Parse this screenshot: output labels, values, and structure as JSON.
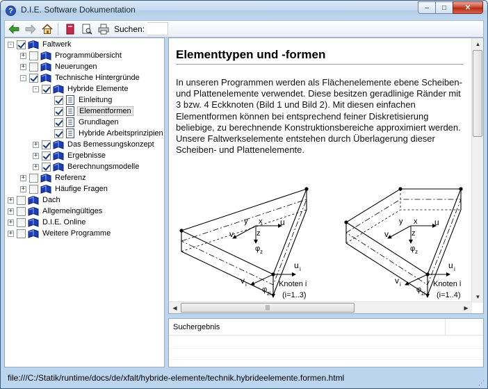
{
  "window": {
    "title": "D.I.E. Software Dokumentation",
    "app_icon_glyph": "?",
    "buttons": {
      "minimize": "‒",
      "maximize": "□",
      "close": "✕"
    }
  },
  "toolbar": {
    "items": [
      {
        "name": "back-arrow-icon"
      },
      {
        "name": "forward-arrow-icon"
      },
      {
        "name": "home-icon"
      },
      {
        "name": "book-icon"
      },
      {
        "name": "print-preview-icon"
      },
      {
        "name": "print-icon"
      }
    ],
    "search_label": "Suchen:",
    "search_value": ""
  },
  "tree": {
    "items": [
      {
        "label": "Faltwerk",
        "level": 0,
        "expander": "-",
        "checked": true,
        "icon": "book"
      },
      {
        "label": "Programmübersicht",
        "level": 1,
        "expander": "+",
        "checked": false,
        "icon": "book"
      },
      {
        "label": "Neuerungen",
        "level": 1,
        "expander": "+",
        "checked": false,
        "icon": "book"
      },
      {
        "label": "Technische Hintergründe",
        "level": 1,
        "expander": "-",
        "checked": true,
        "icon": "book"
      },
      {
        "label": "Hybride Elemente",
        "level": 2,
        "expander": "-",
        "checked": true,
        "icon": "book"
      },
      {
        "label": "Einleitung",
        "level": 3,
        "expander": "",
        "checked": true,
        "icon": "page"
      },
      {
        "label": "Elementformen",
        "level": 3,
        "expander": "",
        "checked": true,
        "icon": "page",
        "selected": true
      },
      {
        "label": "Grundlagen",
        "level": 3,
        "expander": "",
        "checked": true,
        "icon": "page"
      },
      {
        "label": "Hybride Arbeitsprinzipien",
        "level": 3,
        "expander": "",
        "checked": true,
        "icon": "page"
      },
      {
        "label": "Das Bemessungskonzept",
        "level": 2,
        "expander": "+",
        "checked": true,
        "icon": "book"
      },
      {
        "label": "Ergebnisse",
        "level": 2,
        "expander": "+",
        "checked": true,
        "icon": "book"
      },
      {
        "label": "Berechnungsmodelle",
        "level": 2,
        "expander": "+",
        "checked": true,
        "icon": "book"
      },
      {
        "label": "Referenz",
        "level": 1,
        "expander": "+",
        "checked": false,
        "icon": "book"
      },
      {
        "label": "Häufige Fragen",
        "level": 1,
        "expander": "+",
        "checked": false,
        "icon": "book"
      },
      {
        "label": "Dach",
        "level": 0,
        "expander": "+",
        "checked": false,
        "icon": "book"
      },
      {
        "label": "Allgemeingültiges",
        "level": 0,
        "expander": "+",
        "checked": false,
        "icon": "book"
      },
      {
        "label": "D.I.E. Online",
        "level": 0,
        "expander": "+",
        "checked": false,
        "icon": "book"
      },
      {
        "label": "Weitere Programme",
        "level": 0,
        "expander": "+",
        "checked": false,
        "icon": "book"
      }
    ]
  },
  "content": {
    "title": "Elementtypen und -formen",
    "paragraph": "In unseren Programmen werden als Flächenelemente ebene Scheiben- und Plattenelemente verwendet. Diese besitzen geradlinige Ränder mit 3 bzw. 4 Eckknoten (Bild 1 und Bild 2). Mit diesen einfachen Elementformen können bei entsprechend feiner Diskretisierung beliebige, zu berechnende Konstruktionsbereiche approximiert werden. Unsere Faltwerkselemente entstehen durch Überlagerung dieser Scheiben- und Plattenelemente.",
    "figure1": {
      "labels": {
        "x": "x",
        "y": "y",
        "z": "z",
        "u": "u",
        "v": "v",
        "phi_z": "φ",
        "phi_sub": "z",
        "ui": "u",
        "ui_sub": "i",
        "vi": "v",
        "vi_sub": "i",
        "phizi": "φ",
        "phizi_sub": "zi",
        "knoten": "Knoten i",
        "range": "(i=1..3)"
      }
    },
    "figure2": {
      "labels": {
        "x": "x",
        "y": "y",
        "z": "z",
        "u": "u",
        "v": "v",
        "phi_z": "φ",
        "phi_sub": "z",
        "ui": "u",
        "ui_sub": "i",
        "vi": "v",
        "vi_sub": "i",
        "phizi": "φ",
        "phizi_sub": "zi",
        "knoten": "Knoten i",
        "range": "(i=1..4)"
      }
    }
  },
  "results": {
    "column_header": "Suchergebnis"
  },
  "status": {
    "url": "file:///C:/Statik/runtime/docs/de/xfalt/hybride-elemente/technik.hybrideelemente.formen.html"
  }
}
